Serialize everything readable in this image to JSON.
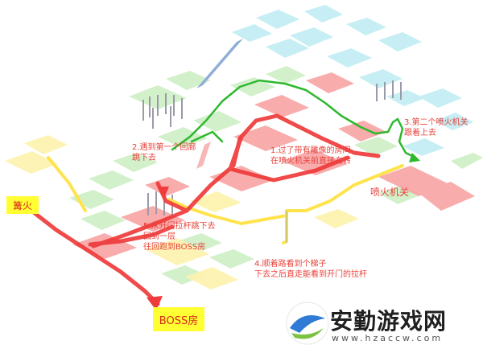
{
  "annotations": {
    "step1": "1.过了带有雕像的房间\n在喷火机关前直接右转",
    "step2": "2.遇到第一个回廊\n跳下去",
    "step3": "3.第二个喷火机关\n跟着上去",
    "step4": "4.顺着路看到个梯子\n下去之后直走能看到开门的拉杆",
    "step5": "5.从开门拉杆跳下去\n回到一层\n往回跑到BOSS房",
    "flame_trap": "喷火机关"
  },
  "places": {
    "bonfire": "篝火",
    "boss_room": "BOSS房"
  },
  "watermark": {
    "name": "安勤游戏网",
    "url": "www.hzaccw.com"
  },
  "colors": {
    "route_red": "#ef3b3b",
    "route_yellow": "#ffe34d",
    "route_green": "#2db82d",
    "label_red": "#e8413a",
    "highlight_yellow": "#ffff33",
    "tile_blue": "#c4eef4",
    "tile_green": "#d0f0c8",
    "tile_red": "#f8a8a8",
    "tile_yellow": "#fdf3b0"
  }
}
